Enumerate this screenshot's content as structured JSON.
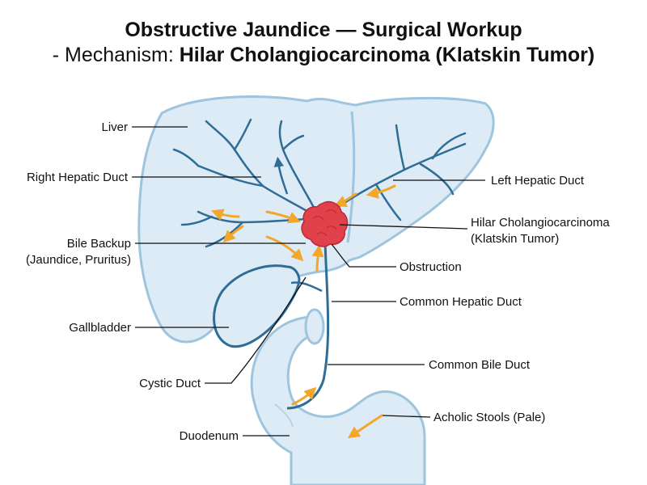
{
  "title": {
    "line1": "Obstructive Jaundice — Surgical Workup",
    "line2_prefix": "- Mechanism: ",
    "line2_mechanism": "Hilar Cholangiocarcinoma (Klatskin Tumor)"
  },
  "labels": {
    "liver": "Liver",
    "right_hepatic_duct": "Right Hepatic Duct",
    "bile_backup_1": "Bile Backup",
    "bile_backup_2": "(Jaundice, Pruritus)",
    "gallbladder": "Gallbladder",
    "cystic_duct": "Cystic Duct",
    "duodenum": "Duodenum",
    "left_hepatic_duct": "Left Hepatic Duct",
    "hilar_1": "Hilar Cholangiocarcinoma",
    "hilar_2": "(Klatskin Tumor)",
    "obstruction": "Obstruction",
    "common_hepatic_duct": "Common Hepatic Duct",
    "common_bile_duct": "Common Bile Duct",
    "acholic_stools": "Acholic Stools (Pale)"
  },
  "colors": {
    "outline": "#2f6d96",
    "liver_fill": "#dcebf6",
    "liver_stroke": "#9ec4de",
    "tumor": "#e0414a",
    "arrow": "#f2a72b",
    "text": "#111111"
  }
}
